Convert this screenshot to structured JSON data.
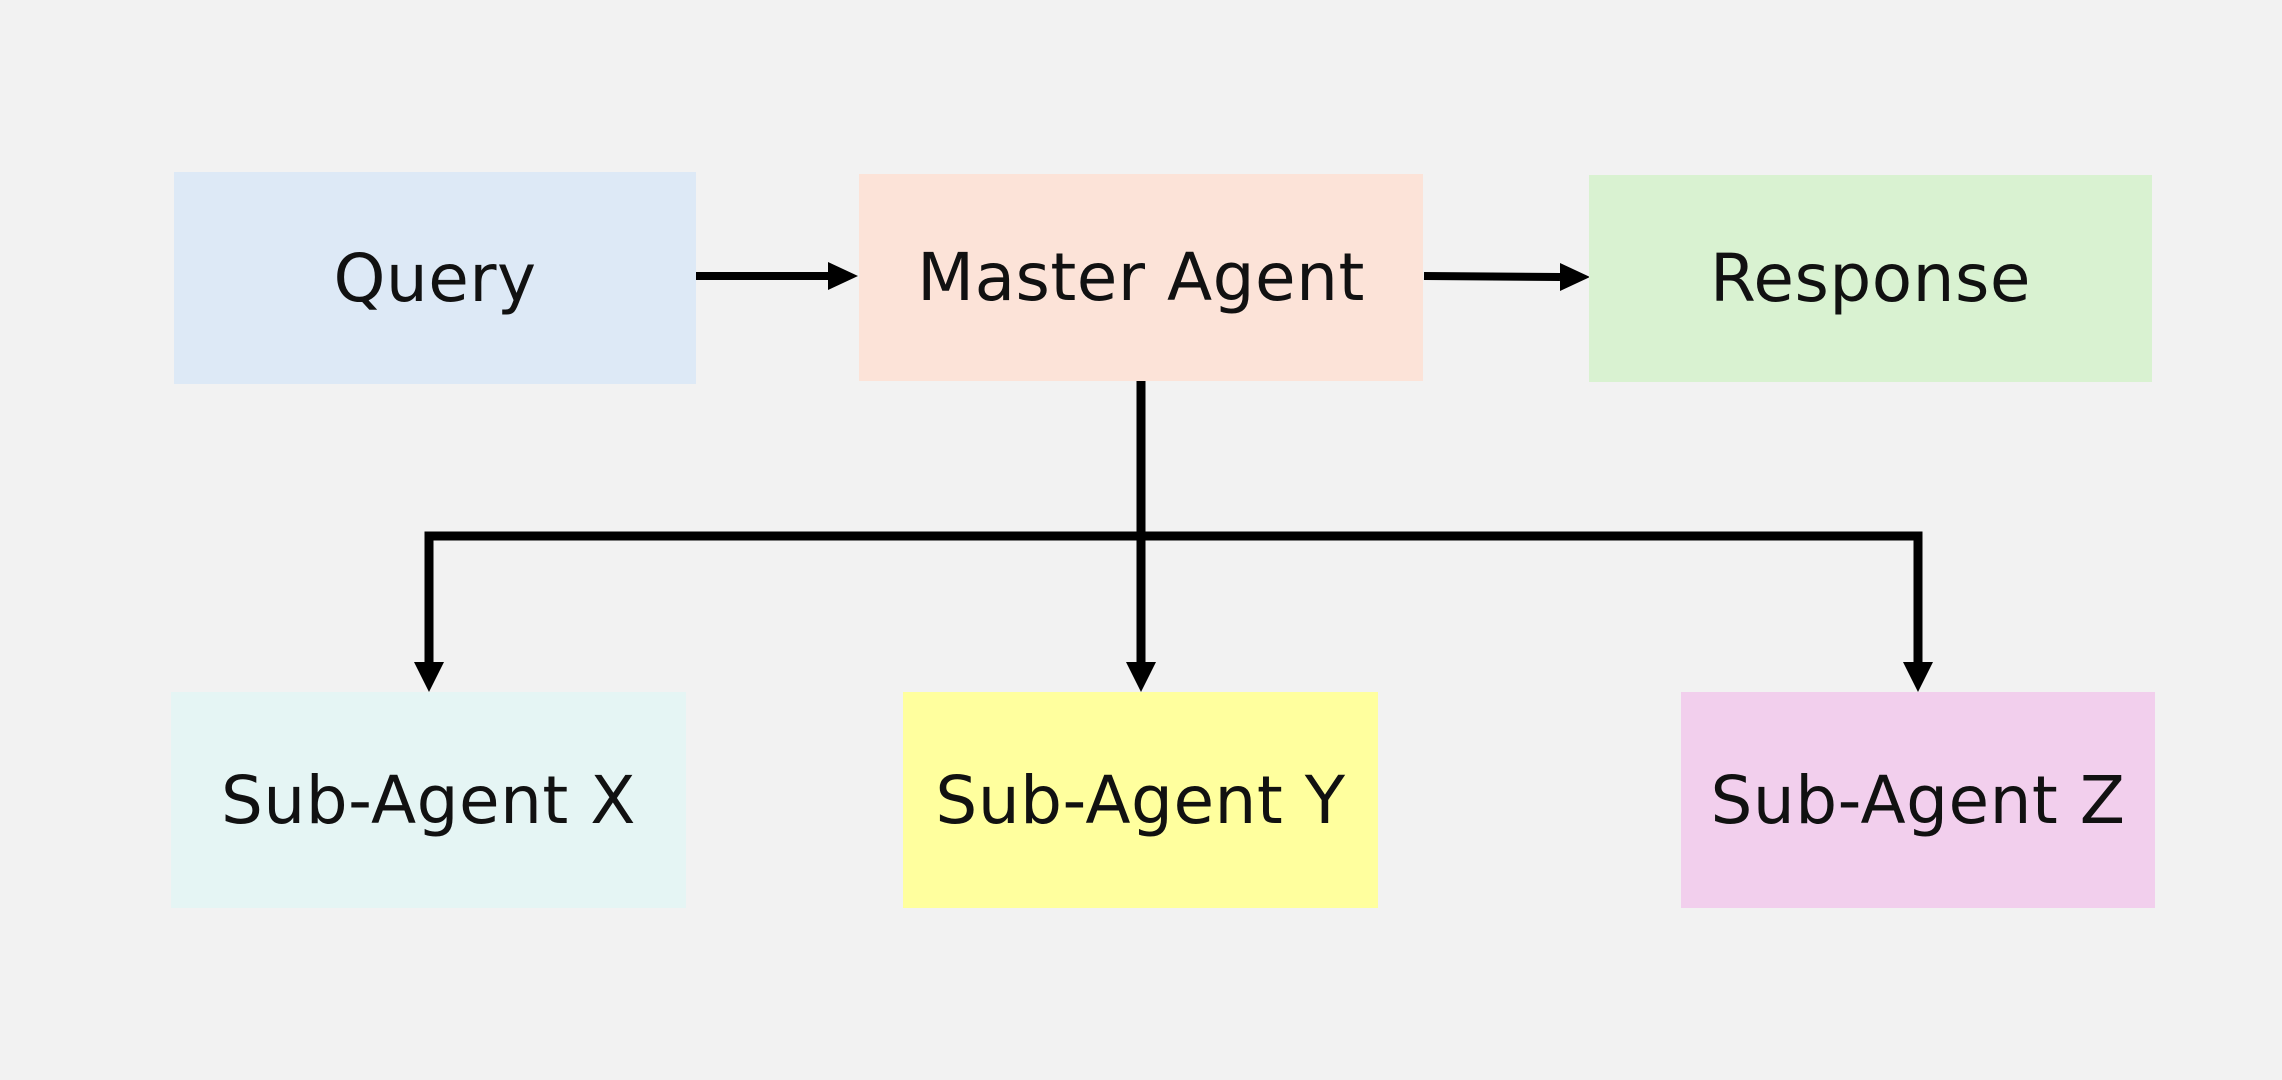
{
  "nodes": {
    "query": {
      "label": "Query",
      "color": "#dde9f6"
    },
    "master": {
      "label": "Master Agent",
      "color": "#fce3d8"
    },
    "response": {
      "label": "Response",
      "color": "#d9f2d1"
    },
    "sub_x": {
      "label": "Sub-Agent X",
      "color": "#e5f5f4"
    },
    "sub_y": {
      "label": "Sub-Agent Y",
      "color": "#ffff9e"
    },
    "sub_z": {
      "label": "Sub-Agent Z",
      "color": "#f2cfed"
    }
  },
  "edges": [
    {
      "from": "Query",
      "to": "Master Agent"
    },
    {
      "from": "Master Agent",
      "to": "Response"
    },
    {
      "from": "Master Agent",
      "to": "Sub-Agent X"
    },
    {
      "from": "Master Agent",
      "to": "Sub-Agent Y"
    },
    {
      "from": "Master Agent",
      "to": "Sub-Agent Z"
    }
  ],
  "colors": {
    "background": "#f2f2f2",
    "connector": "#000000"
  }
}
